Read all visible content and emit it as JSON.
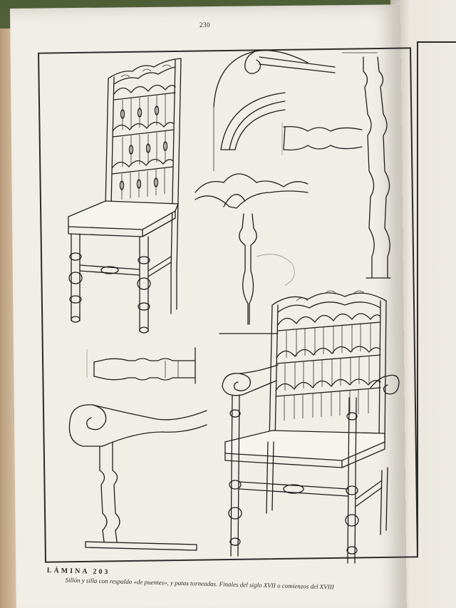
{
  "page": {
    "number": "230"
  },
  "plate": {
    "title": "LÁMINA 203",
    "caption": "Sillón y silla con respaldo «de puentes», y patas torneadas. Finales del siglo XVII o comienzos del XVIII"
  },
  "illustrations": [
    "side-chair",
    "arm-scroll-detail",
    "arch-profile-detail",
    "turned-leg-detail",
    "stretcher-detail",
    "armrest-scroll-detail",
    "armchair"
  ]
}
